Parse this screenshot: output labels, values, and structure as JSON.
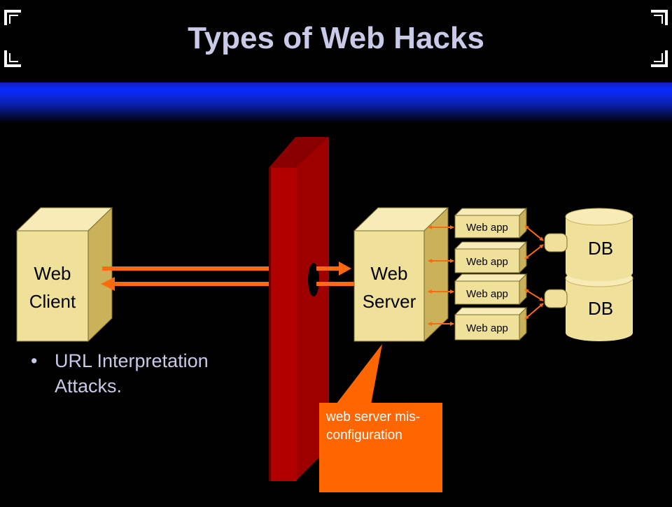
{
  "title": "Types of Web Hacks",
  "bullet": {
    "symbol": "•",
    "text": "URL Interpretation Attacks."
  },
  "web_client": {
    "line1": "Web",
    "line2": "Client"
  },
  "web_server": {
    "line1": "Web",
    "line2": "Server"
  },
  "web_apps": [
    "Web app",
    "Web app",
    "Web app",
    "Web app"
  ],
  "databases": [
    "DB",
    "DB"
  ],
  "callout": "web server mis- configuration",
  "colors": {
    "background": "#000000",
    "title": "#c9c9e8",
    "box_face": "#f0e19a",
    "firewall": "#aa0000",
    "arrow": "#ff5500",
    "callout": "#ff6600",
    "header_band": "#0022dd"
  }
}
